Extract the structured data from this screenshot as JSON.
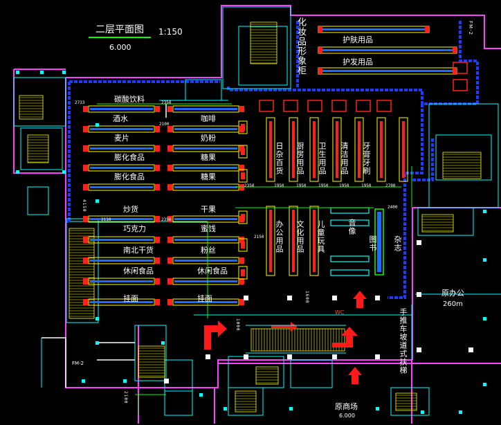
{
  "title": {
    "main": "二层平面图",
    "scale": "1:150",
    "elevation": "6.000"
  },
  "vertical_labels": {
    "cosmetics": "化妆品形象柜",
    "daily": "日杂百货",
    "kitchen": "厨房用品",
    "hygiene": "卫生用品",
    "cleaning": "清洁用品",
    "dental": "牙膏牙刷",
    "office": "办公用品",
    "stationery": "文化用品",
    "toys": "儿童玩具",
    "audio": "音像",
    "books": "图书",
    "magazine": "杂志",
    "escalator": "手推车坡道式扶梯"
  },
  "left_labels": {
    "soft_drinks": "碳酸饮料",
    "wine": "酒水",
    "coffee": "咖啡",
    "cereal": "麦片",
    "milk_powder": "奶粉",
    "puffed1": "膨化食品",
    "candy1": "糖果",
    "puffed2": "膨化食品",
    "candy2": "糖果",
    "fried": "炒货",
    "dried_fruit": "干果",
    "chocolate": "巧克力",
    "preserved": "蜜饯",
    "dried_goods": "南北干货",
    "vermicelli": "粉丝",
    "snacks1": "休闲食品",
    "snacks2": "休闲食品",
    "noodles1": "挂面",
    "noodles2": "挂面"
  },
  "right_labels": {
    "skin_care": "护肤用品",
    "hair_care": "护发用品",
    "office_room": "原办公",
    "office_area": "260m",
    "mall": "原商场",
    "mall_elev": "6.000"
  },
  "misc": {
    "fm_left": "FM-2",
    "fm_right": "FM-2",
    "wc": "WC"
  },
  "dimensions": [
    "2733",
    "2350",
    "2100",
    "1950",
    "4150",
    "2110",
    "2350",
    "1950",
    "1950",
    "1950",
    "1950",
    "2700",
    "2400",
    "2350",
    "2150",
    "1000",
    "1600",
    "2100"
  ],
  "colors": {
    "shelf_yellow": "#ffff00",
    "shelf_red": "#ff2020",
    "wall_blue": "#1e3cff",
    "cyan": "#00ffff",
    "magenta": "#ff40ff",
    "green": "#00ff00",
    "white": "#ffffff"
  }
}
